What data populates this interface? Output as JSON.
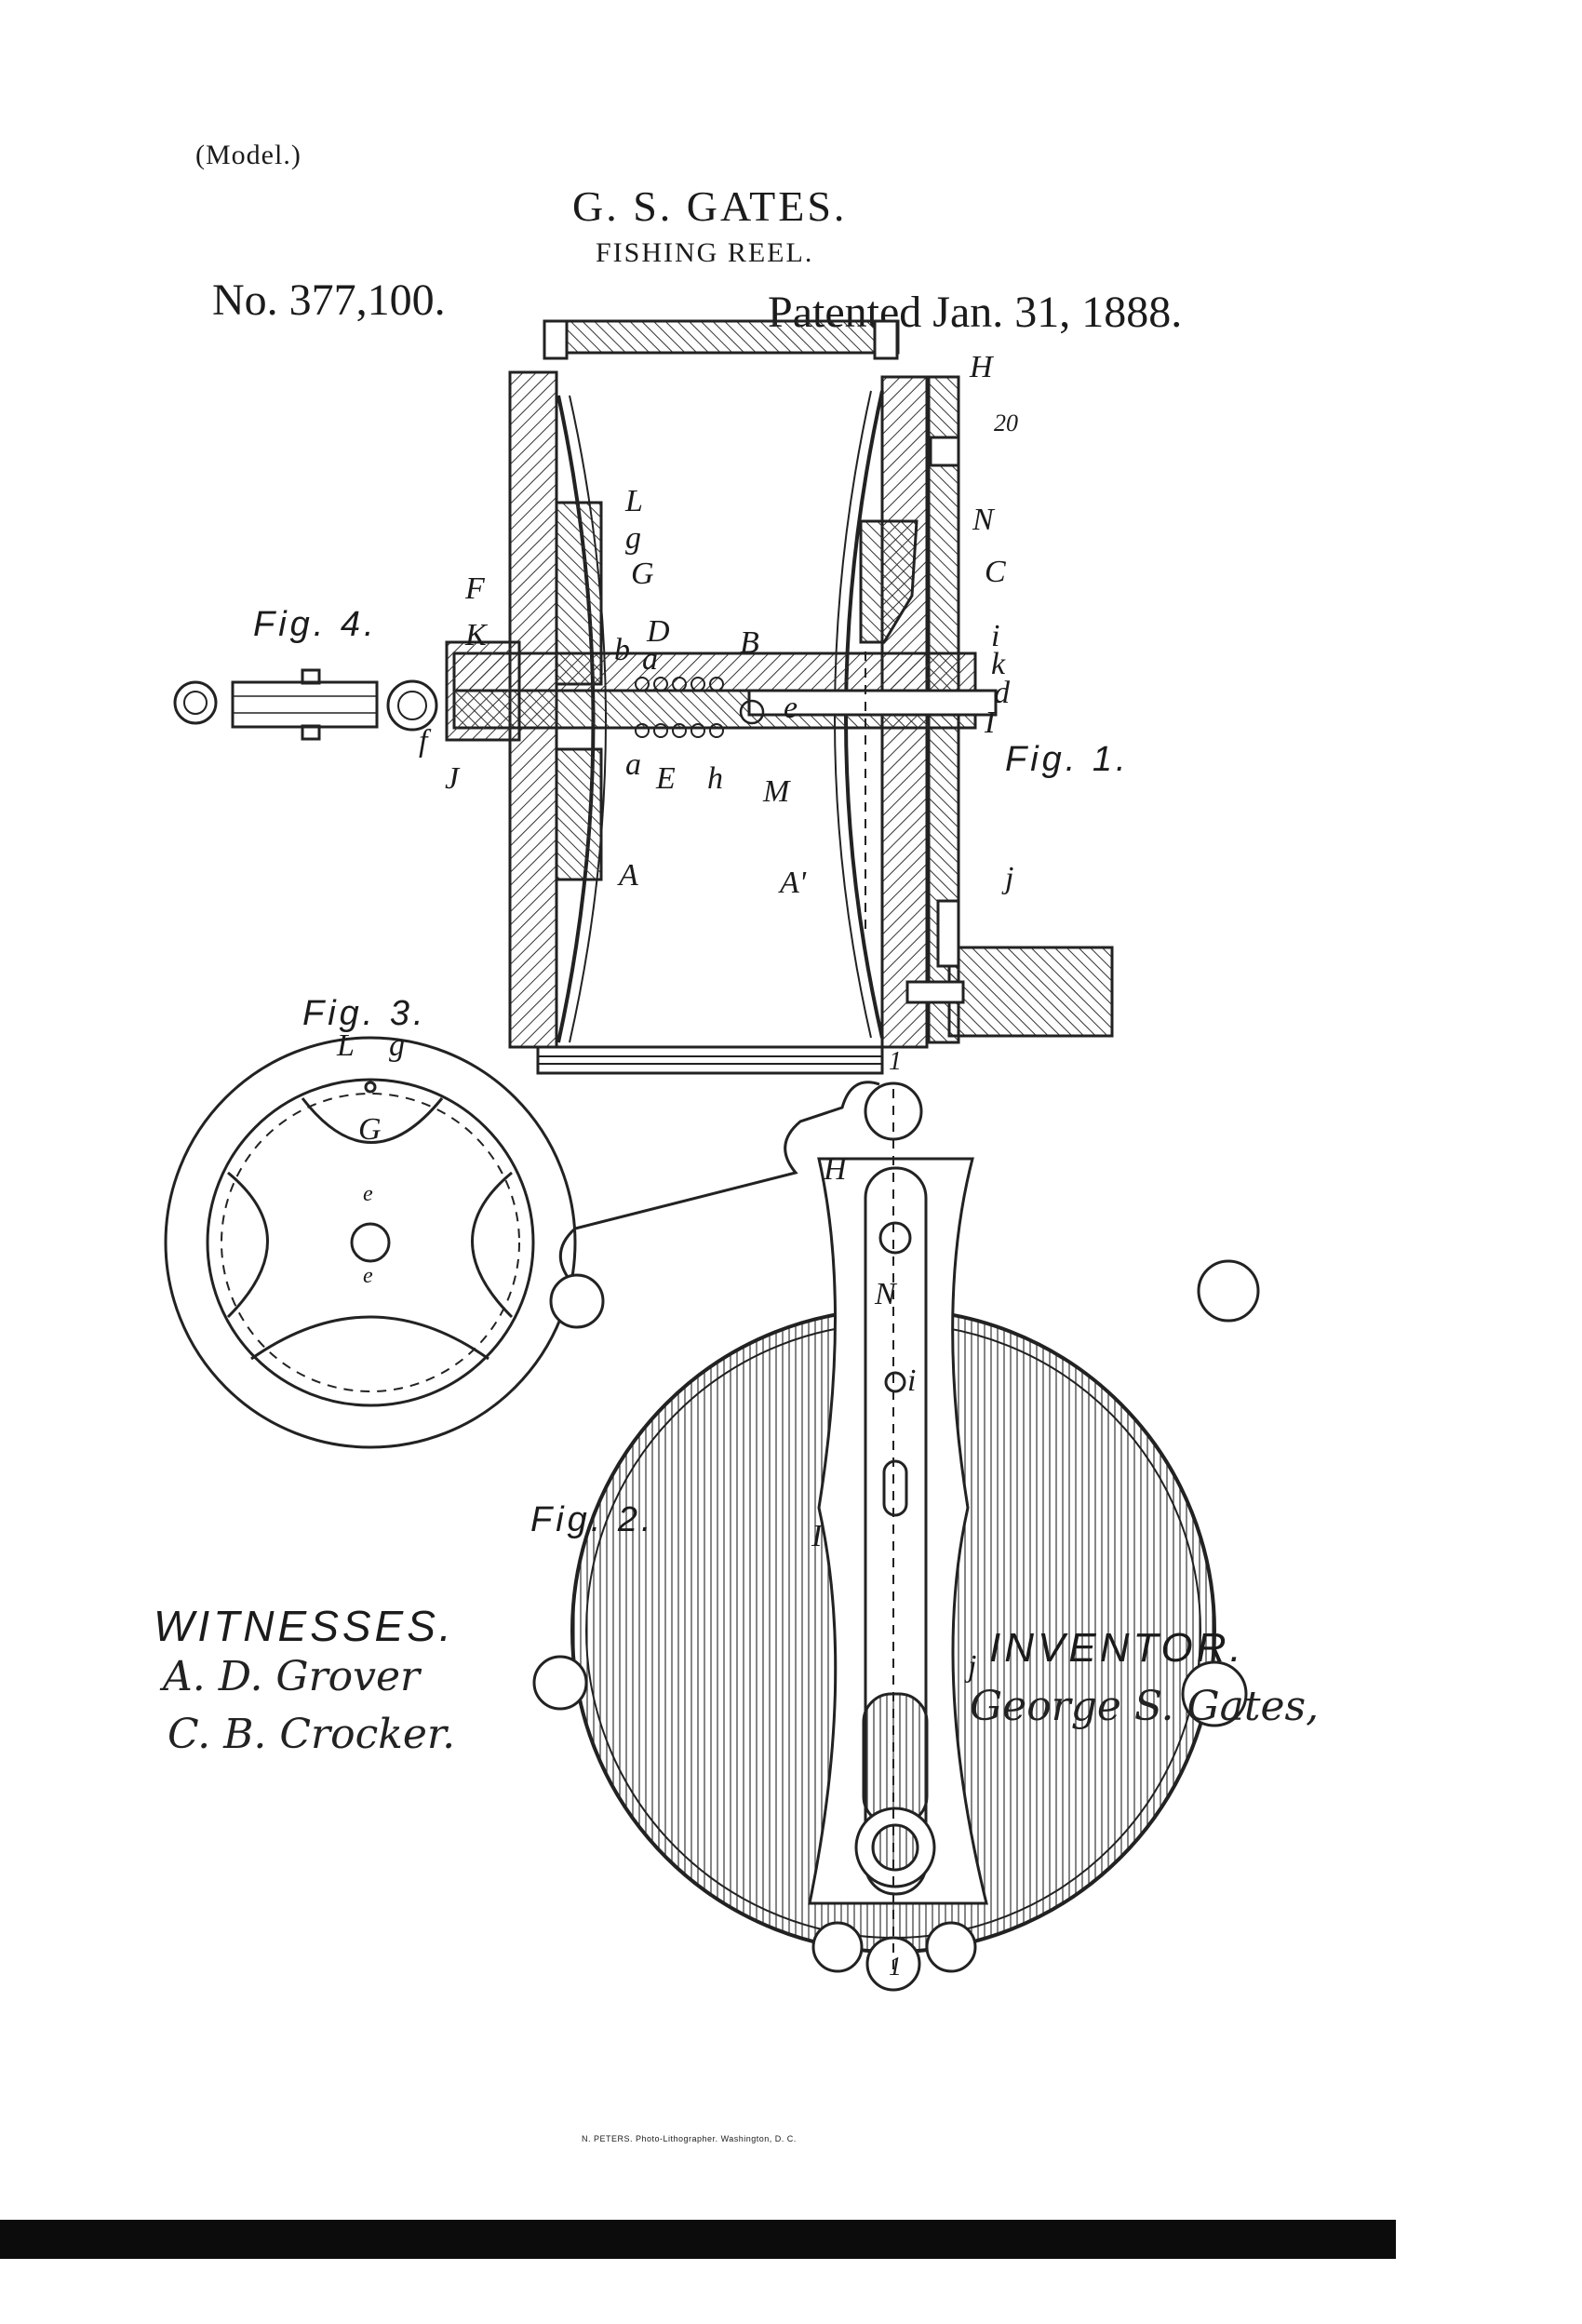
{
  "header": {
    "model_label": "(Model.)",
    "inventor": "G. S. GATES.",
    "title": "FISHING REEL.",
    "patent_number": "No. 377,100.",
    "patent_date": "Patented Jan. 31, 1888."
  },
  "figures": {
    "fig1": "Fig. 1.",
    "fig2": "Fig. 2.",
    "fig3": "Fig. 3.",
    "fig4": "Fig. 4."
  },
  "refs": {
    "H": "H",
    "n20": "20",
    "N": "N",
    "C": "C",
    "i": "i",
    "k": "k",
    "d": "d",
    "I": "I",
    "L": "L",
    "g": "g",
    "G": "G",
    "F": "F",
    "K": "K",
    "b": "b",
    "D": "D",
    "a": "a",
    "B": "B",
    "e": "e",
    "f": "f",
    "J": "J",
    "E": "E",
    "h": "h",
    "M": "M",
    "A": "A",
    "A2": "A'",
    "j": "j",
    "one": "1"
  },
  "signatures": {
    "witnesses_label": "WITNESSES.",
    "witness_1": "A. D. Grover",
    "witness_2": "C. B. Crocker.",
    "inventor_label": "INVENTOR.",
    "inventor_signature": "George S. Gates,"
  },
  "printer": "N. PETERS. Photo-Lithographer. Washington, D. C."
}
